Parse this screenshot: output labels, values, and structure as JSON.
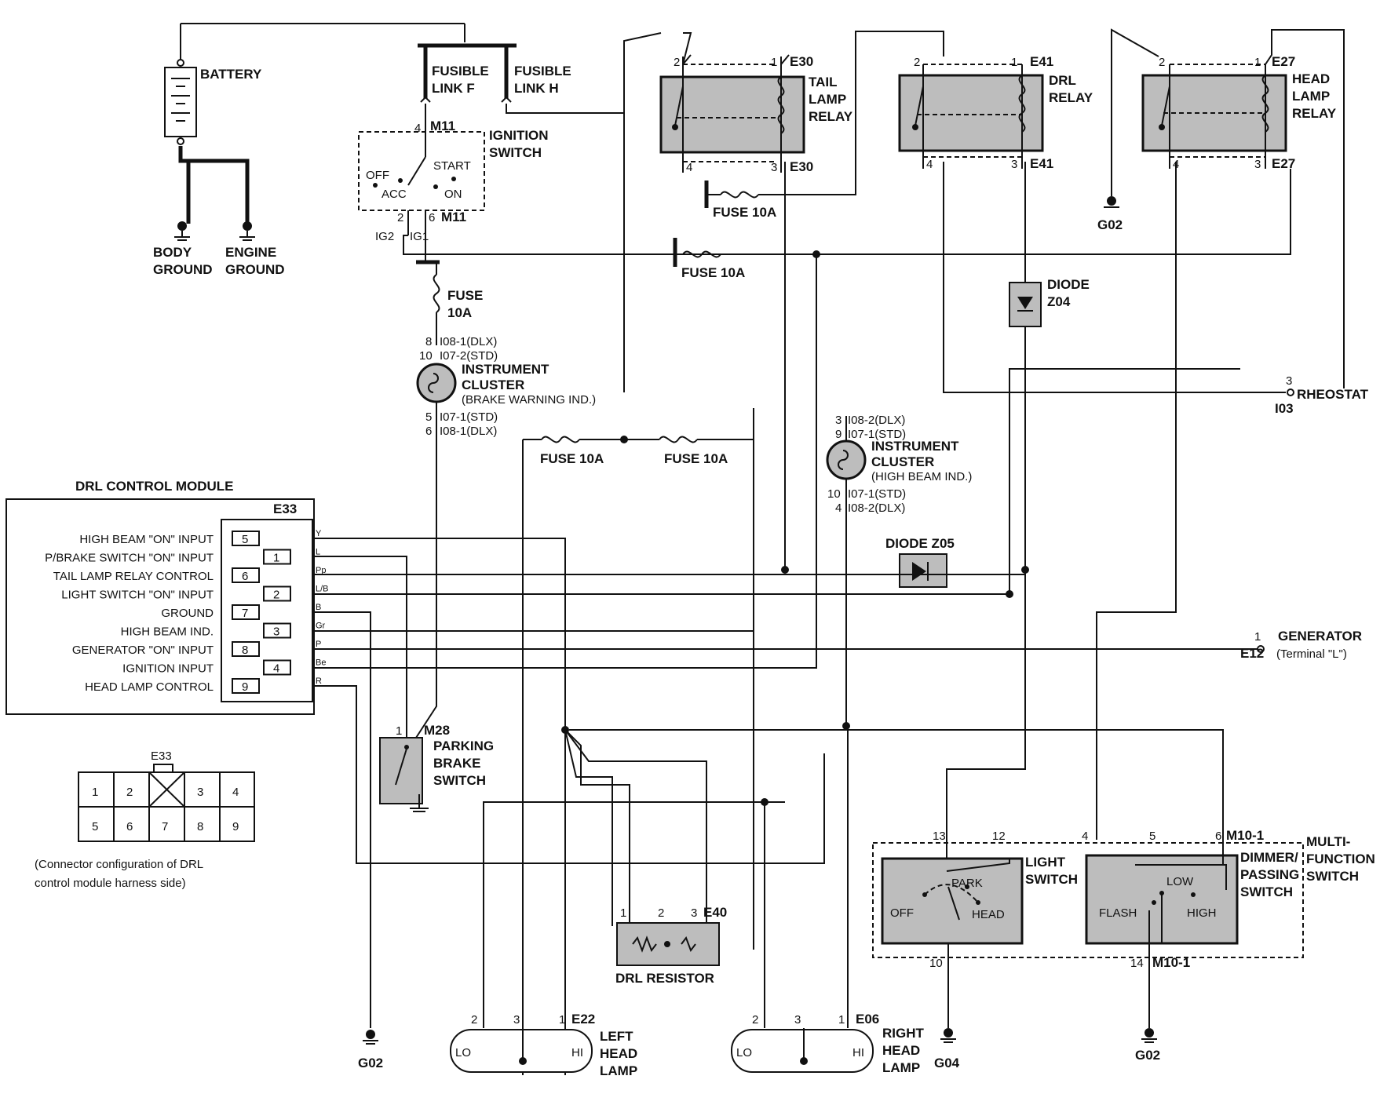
{
  "power": {
    "battery": "BATTERY",
    "body_ground": [
      "BODY",
      "GROUND"
    ],
    "engine_ground": [
      "ENGINE",
      "GROUND"
    ],
    "fusible_f": [
      "FUSIBLE",
      "LINK F"
    ],
    "fusible_h": [
      "FUSIBLE",
      "LINK H"
    ]
  },
  "ignition": {
    "title": [
      "IGNITION",
      "SWITCH"
    ],
    "conn_top": "M11",
    "conn_bot": "M11",
    "pin_top": "4",
    "pin_b1": "2",
    "pin_b2": "6",
    "pos_off": "OFF",
    "pos_acc": "ACC",
    "pos_start": "START",
    "pos_on": "ON",
    "ig2": "IG2",
    "ig1": "IG1"
  },
  "fuses": {
    "f1": "FUSE 10A",
    "f2": "FUSE 10A",
    "f3": [
      "FUSE",
      "10A"
    ],
    "f4": "FUSE 10A",
    "f5": "FUSE 10A"
  },
  "relays": {
    "tail": {
      "name": [
        "TAIL",
        "LAMP",
        "RELAY"
      ],
      "conn": "E30",
      "p1": "1",
      "p2": "2",
      "p3": "3",
      "p4": "4"
    },
    "drl": {
      "name": [
        "DRL",
        "RELAY"
      ],
      "conn": "E41",
      "p1": "1",
      "p2": "2",
      "p3": "3",
      "p4": "4"
    },
    "head": {
      "name": [
        "HEAD",
        "LAMP",
        "RELAY"
      ],
      "conn": "E27",
      "p1": "1",
      "p2": "2",
      "p3": "3",
      "p4": "4"
    }
  },
  "grounds": {
    "g02_top": "G02",
    "g02_left": "G02",
    "g04": "G04",
    "g02_right": "G02"
  },
  "diodes": {
    "z04": [
      "DIODE",
      "Z04"
    ],
    "z05": "DIODE Z05"
  },
  "rheostat": {
    "pin": "3",
    "name": "RHEOSTAT",
    "conn": "I03"
  },
  "cluster1": {
    "pins_top": [
      "8",
      "10"
    ],
    "conns_top": [
      "I08-1(DLX)",
      "I07-2(STD)"
    ],
    "name": [
      "INSTRUMENT",
      "CLUSTER"
    ],
    "sub": "(BRAKE WARNING IND.)",
    "pins_bot": [
      "5",
      "6"
    ],
    "conns_bot": [
      "I07-1(STD)",
      "I08-1(DLX)"
    ]
  },
  "cluster2": {
    "pins_top": [
      "3",
      "9"
    ],
    "conns_top": [
      "I08-2(DLX)",
      "I07-1(STD)"
    ],
    "name": [
      "INSTRUMENT",
      "CLUSTER"
    ],
    "sub": "(HIGH BEAM IND.)",
    "pins_bot": [
      "10",
      "4"
    ],
    "conns_bot": [
      "I07-1(STD)",
      "I08-2(DLX)"
    ]
  },
  "module": {
    "title": "DRL CONTROL MODULE",
    "conn": "E33",
    "rows": [
      {
        "label": "HIGH BEAM \"ON\" INPUT",
        "pin": "5",
        "wire": "Y"
      },
      {
        "label": "P/BRAKE SWITCH \"ON\" INPUT",
        "pin": "1",
        "wire": "L"
      },
      {
        "label": "TAIL LAMP RELAY CONTROL",
        "pin": "6",
        "wire": "Pp"
      },
      {
        "label": "LIGHT SWITCH \"ON\" INPUT",
        "pin": "2",
        "wire": "L/B"
      },
      {
        "label": "GROUND",
        "pin": "7",
        "wire": "B"
      },
      {
        "label": "HIGH BEAM IND.",
        "pin": "3",
        "wire": "Gr"
      },
      {
        "label": "GENERATOR \"ON\" INPUT",
        "pin": "8",
        "wire": "P"
      },
      {
        "label": "IGNITION INPUT",
        "pin": "4",
        "wire": "Be"
      },
      {
        "label": "HEAD LAMP CONTROL",
        "pin": "9",
        "wire": "R"
      }
    ]
  },
  "generator": {
    "pin": "1",
    "name": "GENERATOR",
    "conn": "E12",
    "terminal": "(Terminal \"L\")"
  },
  "connector": {
    "title": "E33",
    "cells": [
      "1",
      "2",
      "3",
      "4",
      "5",
      "6",
      "7",
      "8",
      "9"
    ],
    "caption": [
      "(Connector configuration of DRL",
      "control module harness side)"
    ]
  },
  "parking": {
    "pin": "1",
    "conn": "M28",
    "name": [
      "PARKING",
      "BRAKE",
      "SWITCH"
    ]
  },
  "resistor": {
    "p1": "1",
    "p2": "2",
    "p3": "3",
    "conn": "E40",
    "name": "DRL RESISTOR"
  },
  "left_lamp": {
    "p2": "2",
    "p3": "3",
    "p1": "1",
    "conn": "E22",
    "lo": "LO",
    "hi": "HI",
    "name": [
      "LEFT",
      "HEAD",
      "LAMP"
    ]
  },
  "right_lamp": {
    "p2": "2",
    "p3": "3",
    "p1": "1",
    "conn": "E06",
    "lo": "LO",
    "hi": "HI",
    "name": [
      "RIGHT",
      "HEAD",
      "LAMP"
    ]
  },
  "multi": {
    "name": [
      "MULTI-",
      "FUNCTION",
      "SWITCH"
    ],
    "light_name": [
      "LIGHT",
      "SWITCH"
    ],
    "dimmer_name": [
      "DIMMER/",
      "PASSING",
      "SWITCH"
    ],
    "p13": "13",
    "p12": "12",
    "p4": "4",
    "p5": "5",
    "p6": "6",
    "conn_top": "M10-1",
    "p10": "10",
    "p14": "14",
    "conn_bot": "M10-1",
    "off": "OFF",
    "park": "PARK",
    "head": "HEAD",
    "flash": "FLASH",
    "low": "LOW",
    "high": "HIGH"
  }
}
